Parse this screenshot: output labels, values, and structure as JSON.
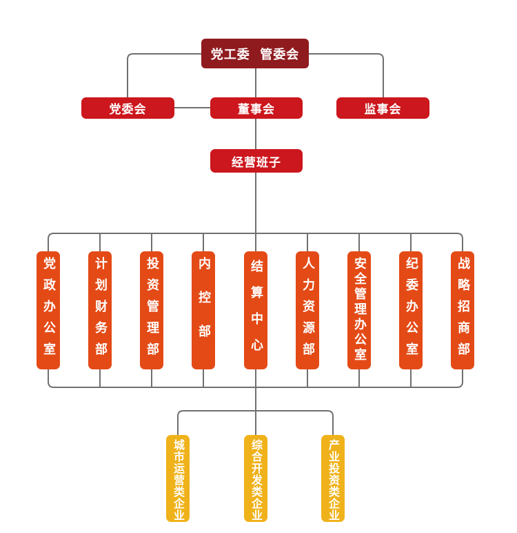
{
  "org": {
    "top": "党工委  管委会",
    "party_committee": "党委会",
    "board": "董事会",
    "supervisory_board": "监事会",
    "management_team": "经营班子",
    "departments": [
      "党政办公室",
      "计划财务部",
      "投资管理部",
      "内 控 部",
      "结算中心",
      "人力资源部",
      "安全管理办公室",
      "纪委办公室",
      "战略招商部"
    ],
    "enterprises": [
      "城市运营类企业",
      "综合开发类企业",
      "产业投资类企业"
    ]
  },
  "colors": {
    "line": "#6f6f6f",
    "top": "#8f1b1f",
    "level2": "#cb171d",
    "department": "#e44a16",
    "enterprise": "#f0b21a"
  }
}
